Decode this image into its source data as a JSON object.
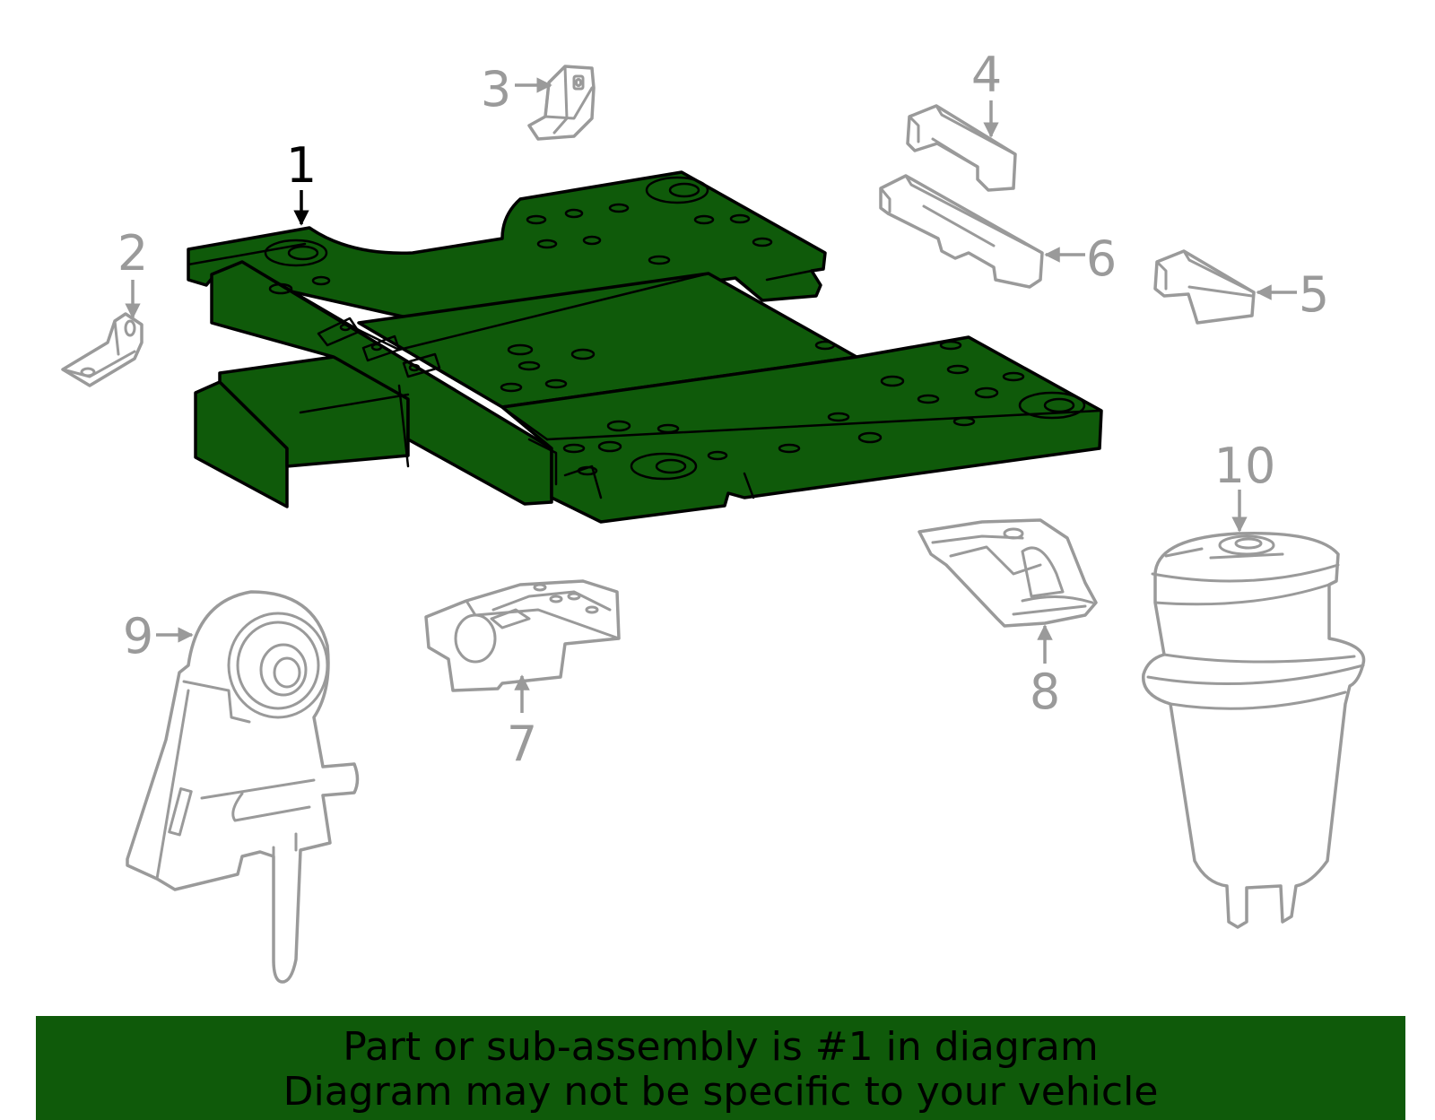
{
  "diagram": {
    "callouts": [
      {
        "id": "1",
        "label": "1",
        "highlighted": true
      },
      {
        "id": "2",
        "label": "2",
        "highlighted": false
      },
      {
        "id": "3",
        "label": "3",
        "highlighted": false
      },
      {
        "id": "4",
        "label": "4",
        "highlighted": false
      },
      {
        "id": "5",
        "label": "5",
        "highlighted": false
      },
      {
        "id": "6",
        "label": "6",
        "highlighted": false
      },
      {
        "id": "7",
        "label": "7",
        "highlighted": false
      },
      {
        "id": "8",
        "label": "8",
        "highlighted": false
      },
      {
        "id": "9",
        "label": "9",
        "highlighted": false
      },
      {
        "id": "10",
        "label": "10",
        "highlighted": false
      }
    ],
    "colors": {
      "highlight_part": "#0f5a0a",
      "inactive_part_stroke": "#9a9a9a",
      "active_callout": "#000000",
      "inactive_callout": "#9a9a9a"
    }
  },
  "banner": {
    "line1": "Part or sub-assembly is #1 in diagram",
    "line2": "Diagram may not be specific to your vehicle",
    "background": "#0f5a0a"
  }
}
